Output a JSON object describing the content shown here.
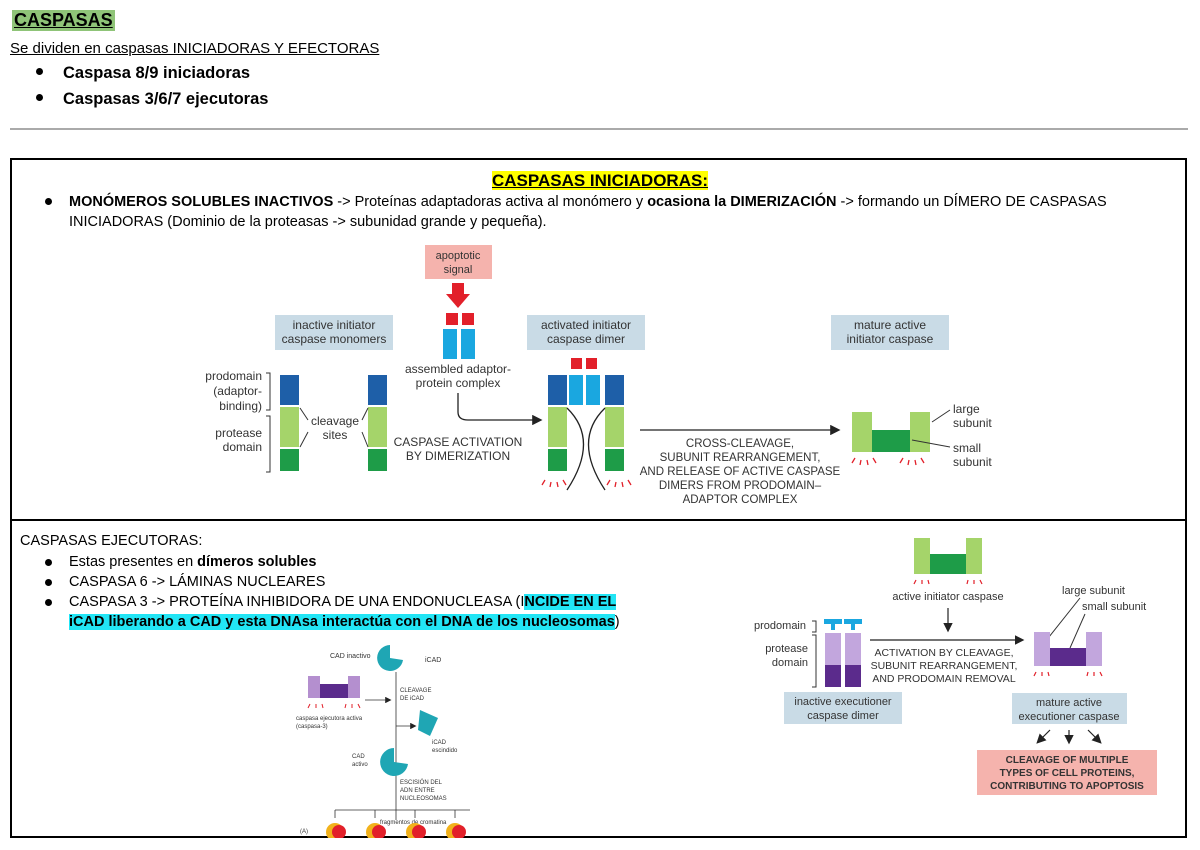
{
  "header": {
    "title": "CASPASAS",
    "subtitle": "Se dividen en caspasas  INICIADORAS Y EFECTORAS",
    "bullets": [
      "Caspasa 8/9 iniciadoras",
      "Caspasas 3/6/7 ejecutoras"
    ]
  },
  "initiators": {
    "title": "CASPASAS INICIADORAS:",
    "p1_bold": "MONÓMEROS SOLUBLES INACTIVOS",
    "p1_a": " -> Proteínas adaptadoras activa al monómero y ",
    "p1_bold2": "ocasiona la DIMERIZACIÓN",
    "p1_b": " -> formando un DÍMERO DE CASPASAS INICIADORAS (Dominio de la proteasas -> subunidad grande y pequeña).",
    "figure": {
      "apoptotic_signal": [
        "apoptotic",
        "signal"
      ],
      "inactive_monomers": [
        "inactive initiator",
        "caspase monomers"
      ],
      "activated_dimer": [
        "activated initiator",
        "caspase dimer"
      ],
      "mature_active": [
        "mature active",
        "initiator caspase"
      ],
      "prodomain": [
        "prodomain",
        "(adaptor-",
        "binding)"
      ],
      "protease_domain": [
        "protease",
        "domain"
      ],
      "cleavage_sites": [
        "cleavage",
        "sites"
      ],
      "adaptor_complex": [
        "assembled adaptor-",
        "protein complex"
      ],
      "activation": [
        "CASPASE ACTIVATION",
        "BY DIMERIZATION"
      ],
      "cross_cleavage": [
        "CROSS-CLEAVAGE,",
        "SUBUNIT REARRANGEMENT,",
        "AND RELEASE OF ACTIVE CASPASE",
        "DIMERS FROM PRODOMAIN–",
        "ADAPTOR COMPLEX"
      ],
      "large_subunit": [
        "large",
        "subunit"
      ],
      "small_subunit": [
        "small",
        "subunit"
      ]
    }
  },
  "executioners": {
    "title": "CASPASAS EJECUTORAS:",
    "b1_a": "Estas presentes en ",
    "b1_bold": "dímeros solubles",
    "b2": "CASPASA 6 -> LÁMINAS NUCLEARES",
    "b3_a": "CASPASA 3 -> PROTEÍNA INHIBIDORA DE UNA ENDONUCLEASA (I",
    "b3_hl1": "NCIDE EN EL",
    "b3_hl2": "iCAD liberando a CAD y esta DNAsa interactúa con el DNA de los nucleosomas",
    "b3_end": ")",
    "cad_figure": {
      "cad_inactivo": "CAD inactivo",
      "icad": "iCAD",
      "cleavage": [
        "CLEAVAGE",
        "DE iCAD"
      ],
      "caspasa_ejecutora": [
        "caspasa ejecutora activa",
        "(caspasa-3)"
      ],
      "icad_escindido": [
        "iCAD",
        "escindido"
      ],
      "cad_activo": [
        "CAD",
        "activo"
      ],
      "escision": [
        "ESCISIÓN DEL",
        "ADN ENTRE",
        "NUCLEOSOMAS"
      ],
      "fragmentos": "fragmentos de cromatina",
      "panel": "(A)"
    },
    "figure": {
      "active_initiator": "active initiator caspase",
      "large_subunit": "large subunit",
      "small_subunit": "small subunit",
      "prodomain": "prodomain",
      "protease_domain": [
        "protease",
        "domain"
      ],
      "activation": [
        "ACTIVATION BY CLEAVAGE,",
        "SUBUNIT REARRANGEMENT,",
        "AND PRODOMAIN REMOVAL"
      ],
      "inactive_dimer": [
        "inactive executioner",
        "caspase dimer"
      ],
      "mature_active": [
        "mature active",
        "executioner caspase"
      ],
      "cleavage_multiple": [
        "CLEAVAGE OF MULTIPLE",
        "TYPES OF CELL PROTEINS,",
        "CONTRIBUTING TO APOPTOSIS"
      ]
    }
  }
}
